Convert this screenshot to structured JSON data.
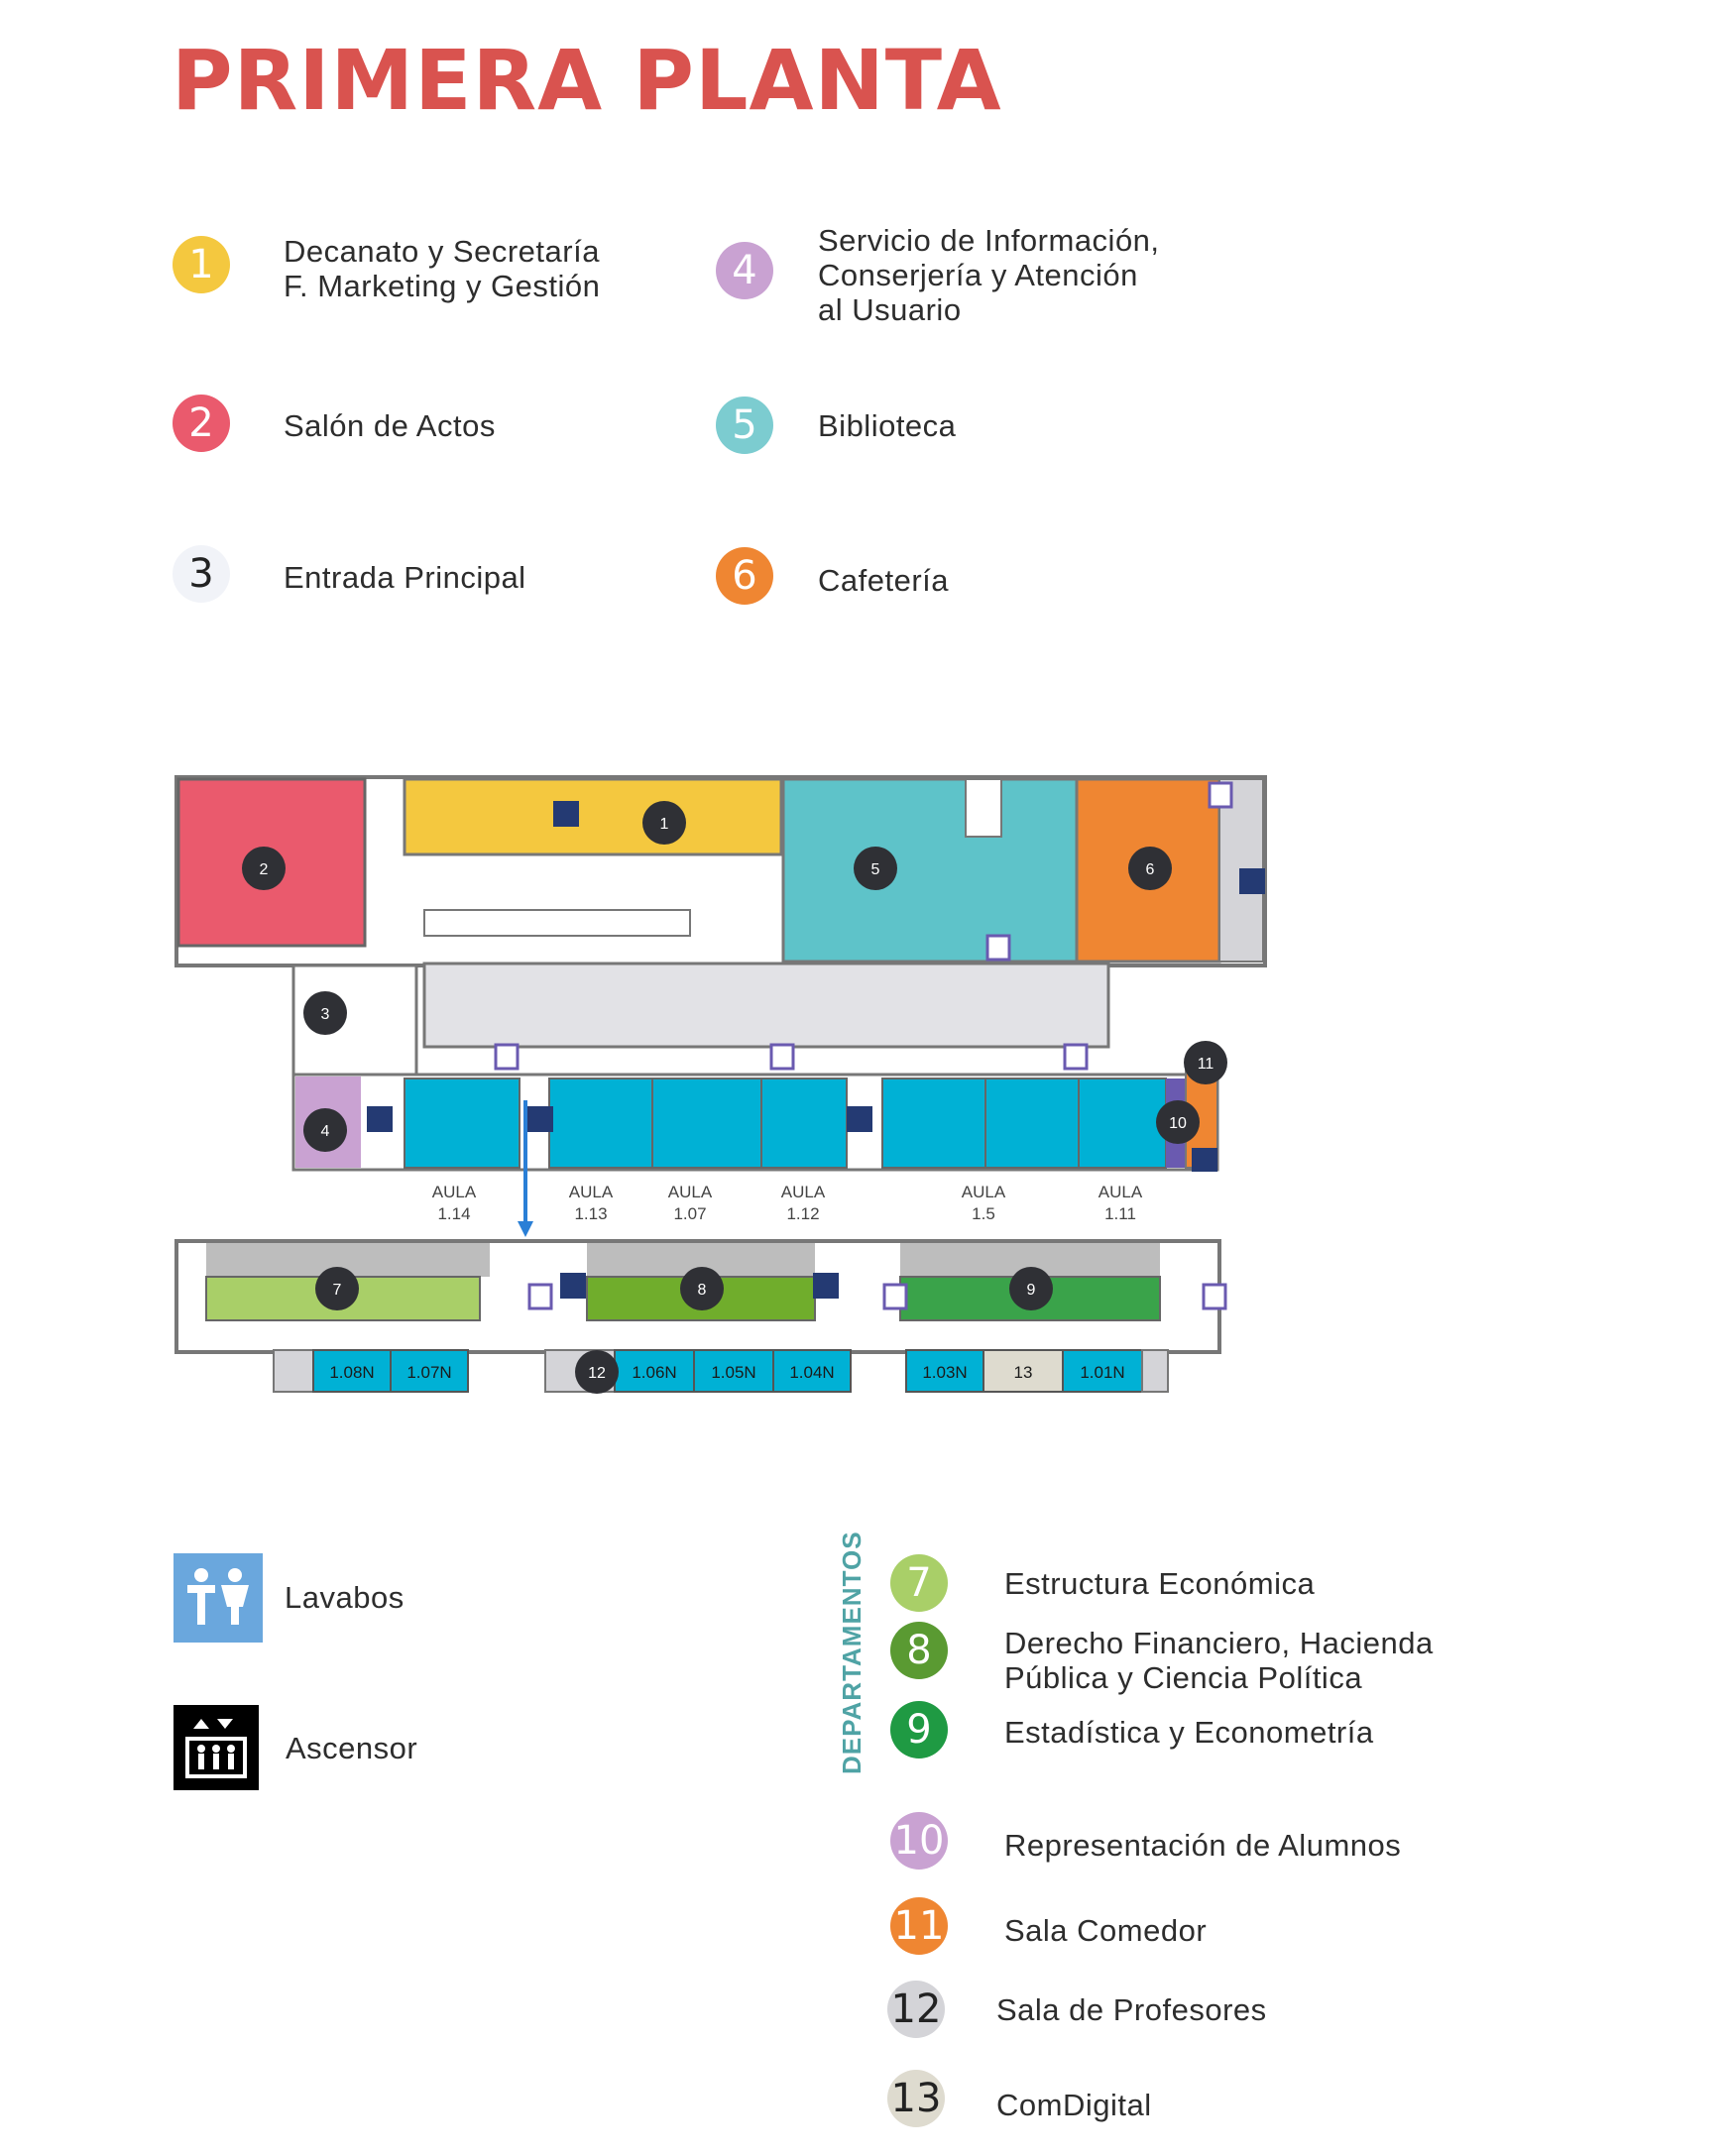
{
  "title": "PRIMERA PLANTA",
  "colors": {
    "title": "#d9534f",
    "yellow": "#f4c83f",
    "red": "#ea5a6d",
    "purple_light": "#c9a2d2",
    "teal": "#5ec3c9",
    "orange": "#ef8632",
    "blue": "#00b1d5",
    "green_light": "#a9cf68",
    "green": "#70ad2c",
    "green_dark": "#3aa34a",
    "gray": "#d4d4d8"
  },
  "locations": [
    {
      "num": "1",
      "lines": [
        "Decanato y Secretaría",
        "F. Marketing y Gestión"
      ],
      "color": "#f4c83f"
    },
    {
      "num": "2",
      "lines": [
        "Salón de Actos"
      ],
      "color": "#ea5a6d"
    },
    {
      "num": "3",
      "lines": [
        "Entrada Principal"
      ],
      "color": "#f1f3f8"
    },
    {
      "num": "4",
      "lines": [
        "Servicio de Información,",
        "Conserjería y Atención",
        "al Usuario"
      ],
      "color": "#c9a2d2"
    },
    {
      "num": "5",
      "lines": [
        "Biblioteca"
      ],
      "color": "#7cccd0"
    },
    {
      "num": "6",
      "lines": [
        "Cafetería"
      ],
      "color": "#ef8632"
    }
  ],
  "map": {
    "aulas": [
      {
        "label": "AULA",
        "num": "1.14"
      },
      {
        "label": "AULA",
        "num": "1.13"
      },
      {
        "label": "AULA",
        "num": "1.07"
      },
      {
        "label": "AULA",
        "num": "1.12"
      },
      {
        "label": "AULA",
        "num": "1.5"
      },
      {
        "label": "AULA",
        "num": "1.11"
      }
    ],
    "rooms_bottom": [
      "1.08N",
      "1.07N",
      "1.06N",
      "1.05N",
      "1.04N",
      "1.03N",
      "13",
      "1.01N"
    ],
    "markers": [
      "1",
      "2",
      "3",
      "4",
      "5",
      "6",
      "7",
      "8",
      "9",
      "10",
      "11",
      "12"
    ]
  },
  "icons_legend": [
    {
      "icon": "restroom-icon",
      "label": "Lavabos"
    },
    {
      "icon": "elevator-icon",
      "label": "Ascensor"
    }
  ],
  "departamentos_label": "DEPARTAMENTOS",
  "departments": [
    {
      "num": "7",
      "lines": [
        "Estructura Económica"
      ],
      "color": "#a9cf68"
    },
    {
      "num": "8",
      "lines": [
        "Derecho Financiero, Hacienda",
        "Pública y Ciencia Política"
      ],
      "color": "#5a9a32"
    },
    {
      "num": "9",
      "lines": [
        "Estadística y Econometría"
      ],
      "color": "#1f9a43"
    }
  ],
  "others": [
    {
      "num": "10",
      "lines": [
        "Representación de Alumnos"
      ],
      "color": "#c9a2d2"
    },
    {
      "num": "11",
      "lines": [
        "Sala Comedor"
      ],
      "color": "#ef8632"
    },
    {
      "num": "12",
      "lines": [
        "Sala de Profesores"
      ],
      "color": "#d4d4d8"
    },
    {
      "num": "13",
      "lines": [
        "ComDigital"
      ],
      "color": "#dedbcf"
    }
  ]
}
